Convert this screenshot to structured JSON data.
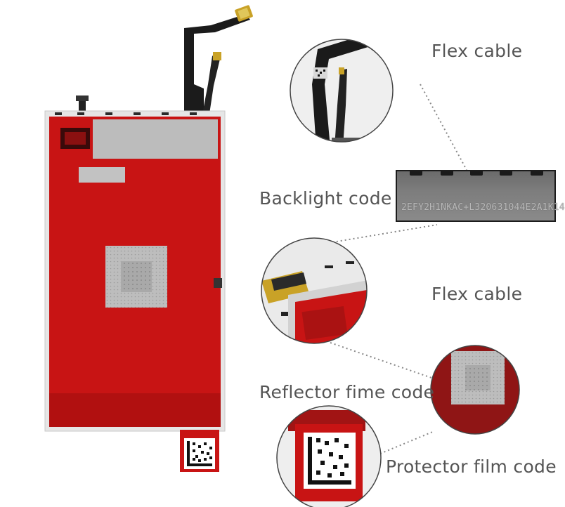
{
  "callouts": {
    "flex_cable_top": "Flex cable",
    "backlight_code": "Backlight code",
    "flex_cable_middle": "Flex cable",
    "reflector_film_code": "Reflector fime code",
    "protector_film_code": "Protector film code"
  },
  "backlight_strip_text": "2EFY2H1NKAC+L320631044E2A1K14",
  "colors": {
    "panel_red": "#c81414",
    "panel_frame": "#e8e8e8",
    "flex_black": "#1b1b1b",
    "connector_gold": "#c9a227",
    "silver_patch": "#b8b8b8",
    "label_text": "#555555",
    "dotted_line": "#888888"
  },
  "icons": {
    "qr": "datamatrix-code",
    "connector": "flex-connector"
  }
}
